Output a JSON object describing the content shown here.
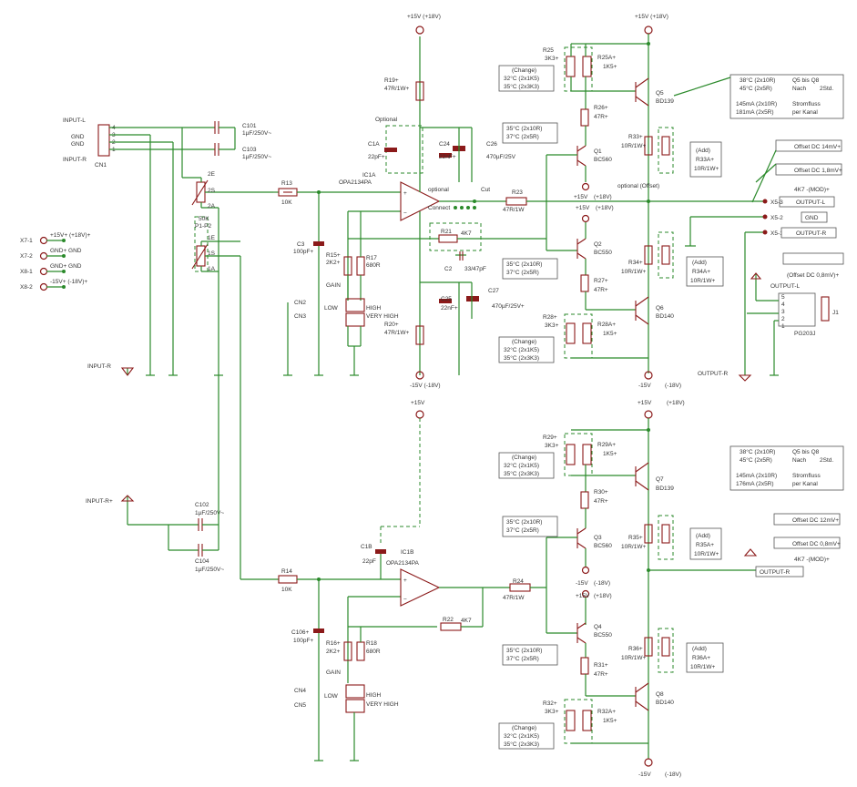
{
  "rails": {
    "p15": "+15V",
    "p18": "(+18V)",
    "m15": "-15V",
    "m18": "(-18V)",
    "p15_18": "+15V  (+18V)",
    "m15_18": "-15V  (-18V)"
  },
  "inputs": {
    "input_l": "INPUT-L",
    "input_r": "INPUT-R",
    "input_r2": "INPUT-R",
    "input_r3": "INPUT-R+",
    "gnd": "GND",
    "cn1": "CN1",
    "pins": [
      "4",
      "3",
      "2",
      "1"
    ]
  },
  "terminals": [
    {
      "id": "X7-1",
      "label": "+15V+ (+18V)+"
    },
    {
      "id": "X7-2",
      "label": "GND+   GND"
    },
    {
      "id": "X8-1",
      "label": "GND+   GND"
    },
    {
      "id": "X8-2",
      "label": "-15V+ (-18V)+"
    }
  ],
  "caps_in": {
    "c101": "C101",
    "c101v": "1µF/250V~",
    "c103": "C103",
    "c103v": "1µF/250V~",
    "c102": "C102",
    "c102v": "1µF/250V~",
    "c104": "C104",
    "c104v": "1µF/250V~"
  },
  "pot": {
    "name": "50K",
    "sub": "P1-P2",
    "p2e": "2E",
    "p2s": "2S",
    "p2a": "2A",
    "p1e": "1E",
    "p1s": "1S",
    "p1a": "1A"
  },
  "upper": {
    "r13": "R13",
    "r13v": "10K",
    "c3": "C3",
    "c3v": "100pF+",
    "r15": "R15+",
    "r15v": "2K2+",
    "r17": "R17",
    "r17v": "680R",
    "gain": "GAIN",
    "low": "LOW",
    "high": "HIGH",
    "vhigh": "VERY HIGH",
    "cn2": "CN2",
    "cn3": "CN3",
    "optional": "Optional",
    "c1a": "C1A",
    "c1av": "22pF+",
    "ic1a": "IC1A",
    "ic1av": "OPA2134PA",
    "r19": "R19+",
    "r19v": "47R/1W+",
    "r20": "R20+",
    "r20v": "47R/1W+",
    "c24": "C24",
    "c24v": "22nF+",
    "c26": "C26",
    "c26v": "470µF/25V",
    "c25": "C25",
    "c25v": "22nF+",
    "c27": "C27",
    "c27v": "470µF/25V+",
    "optional2": "optional",
    "connect": "Connect",
    "cut": "Cut",
    "r23": "R23",
    "r23v": "47R/1W",
    "r21": "R21",
    "r21v": "4K7",
    "c2": "C2",
    "c2v": "33/47pF"
  },
  "lower": {
    "r14": "R14",
    "r14v": "10K",
    "c106": "C106+",
    "c106v": "100pF+",
    "r16": "R16+",
    "r16v": "2K2+",
    "r18": "R18",
    "r18v": "680R",
    "gain": "GAIN",
    "low": "LOW",
    "high": "HIGH",
    "vhigh": "VERY HIGH",
    "cn4": "CN4",
    "cn5": "CN5",
    "c1b": "C1B",
    "c1bv": "22pF",
    "ic1b": "IC1B",
    "ic1bv": "OPA2134PA",
    "r24": "R24",
    "r24v": "47R/1W",
    "r22": "R22",
    "r22v": "4K7"
  },
  "output_upper": {
    "r25": "R25",
    "r25v": "3K3+",
    "r25a": "R25A+",
    "r25av": "1K5+",
    "change1": [
      "(Change)",
      "32°C  (2x1K5)",
      "35°C  (2x3K3)"
    ],
    "r26": "R26+",
    "r26v": "47R+",
    "q1": "Q1",
    "q1v": "BC560",
    "q1note": [
      "35°C  (2x10R)",
      "37°C  (2x5R)"
    ],
    "q5": "Q5",
    "q5v": "BD139",
    "q5note": [
      "38°C  (2x10R)",
      "45°C  (2x5R)"
    ],
    "q5note2": [
      "Q5 bis Q8",
      "Nach",
      "2Std."
    ],
    "q5cur": [
      "145mA  (2x10R)",
      "181mA  (2x5R)"
    ],
    "q5cur2": [
      "Stromfluss",
      "per Kanal"
    ],
    "r33": "R33+",
    "r33v": "10R/1W+",
    "r33a": "R33A+",
    "r33av": "10R/1W+",
    "add": "(Add)",
    "offset1": "Offset DC 14mV+",
    "offset2": "Offset DC 1,8mV+",
    "mod": "4K7 -(MOD)+",
    "outl": "OUTPUT-L",
    "gnd": "GND",
    "outr": "OUTPUT-R",
    "x51": "X5-1",
    "x52": "X5-2",
    "x53": "X5-3",
    "optnote": "optional (Offset)",
    "q2": "Q2",
    "q2v": "BC550",
    "q2note": [
      "35°C  (2x10R)",
      "37°C  (2x5R)"
    ],
    "r27": "R27+",
    "r27v": "47R+",
    "r34": "R34+",
    "r34v": "10R/1W+",
    "r34a": "R34A+",
    "r34av": "10R/1W+",
    "q6": "Q6",
    "q6v": "BD140",
    "r28": "R28+",
    "r28v": "3K3+",
    "r28a": "R28A+",
    "r28av": "1K5+",
    "change2": [
      "(Change)",
      "32°C  (2x1K5)",
      "35°C  (2x3K3)"
    ],
    "offset3": "(Offset DC 0,8mV)+",
    "outlbl": "OUTPUT-L",
    "j1": "J1",
    "jack": "PG203J",
    "outr2": "OUTPUT-R",
    "jpins": [
      "5",
      "4",
      "3",
      "2",
      "1"
    ]
  },
  "output_lower": {
    "r29": "R29+",
    "r29v": "3K3+",
    "r29a": "R29A+",
    "r29av": "1K5+",
    "change1": [
      "(Change)",
      "32°C  (2x1K5)",
      "35°C  (2x3K3)"
    ],
    "r30": "R30+",
    "r30v": "47R+",
    "q3": "Q3",
    "q3v": "BC560",
    "q3note": [
      "35°C  (2x10R)",
      "37°C  (2x5R)"
    ],
    "q7": "Q7",
    "q7v": "BD139",
    "q7note": [
      "38°C  (2x10R)",
      "45°C  (2x5R)"
    ],
    "q7note2": [
      "Q5 bis Q8",
      "Nach",
      "2Std."
    ],
    "q7cur": [
      "145mA  (2x10R)",
      "176mA  (2x5R)"
    ],
    "q7cur2": [
      "Stromfluss",
      "per Kanal"
    ],
    "r35": "R35+",
    "r35v": "10R/1W+",
    "r35a": "R35A+",
    "r35av": "10R/1W+",
    "add": "(Add)",
    "offset1": "Offset DC 12mV+",
    "offset2": "Offset DC 0,8mV+",
    "mod": "4K7 -(MOD)+",
    "outr": "OUTPUT-R",
    "q4": "Q4",
    "q4v": "BC550",
    "q4note": [
      "35°C  (2x10R)",
      "37°C  (2x5R)"
    ],
    "r31": "R31+",
    "r31v": "47R+",
    "r36": "R36+",
    "r36v": "10R/1W+",
    "r36a": "R36A+",
    "r36av": "10R/1W+",
    "q8": "Q8",
    "q8v": "BD140",
    "r32": "R32+",
    "r32v": "3K3+",
    "r32a": "R32A+",
    "r32av": "1K5+",
    "change2": [
      "(Change)",
      "32°C  (2x1K5)",
      "35°C  (2x3K3)"
    ]
  }
}
